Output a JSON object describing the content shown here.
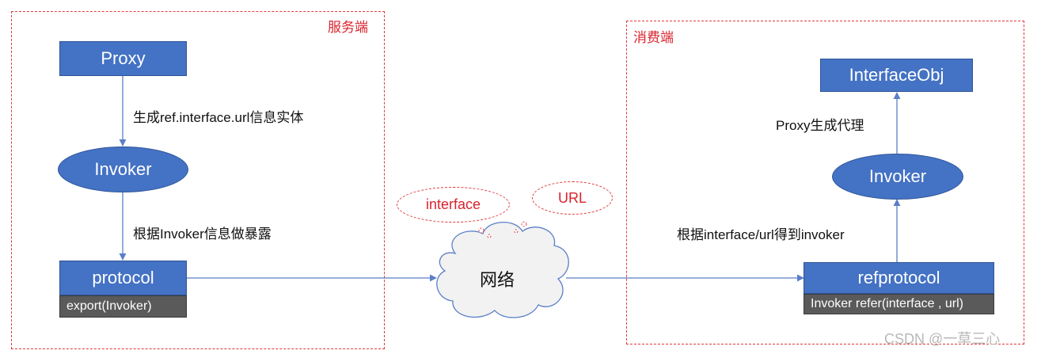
{
  "provider": {
    "title": "服务端",
    "proxy": "Proxy",
    "step1": "生成ref.interface.url信息实体",
    "invoker": "Invoker",
    "step2": "根据Invoker信息做暴露",
    "protocol": "protocol",
    "export": "export(Invoker)"
  },
  "network": {
    "label": "网络",
    "bubble_interface": "interface",
    "bubble_url": "URL"
  },
  "consumer": {
    "title": "消费端",
    "interfaceobj": "InterfaceObj",
    "proxy_label": "Proxy生成代理",
    "invoker": "Invoker",
    "refer_label": "根据interface/url得到invoker",
    "refprotocol": "refprotocol",
    "refer_method": "Invoker  refer(interface , url)"
  },
  "watermark": "CSDN @一草三心",
  "colors": {
    "box_blue": "#4472c4",
    "dashed_red": "#e0393d",
    "gray_bar": "#5a5a5a"
  }
}
